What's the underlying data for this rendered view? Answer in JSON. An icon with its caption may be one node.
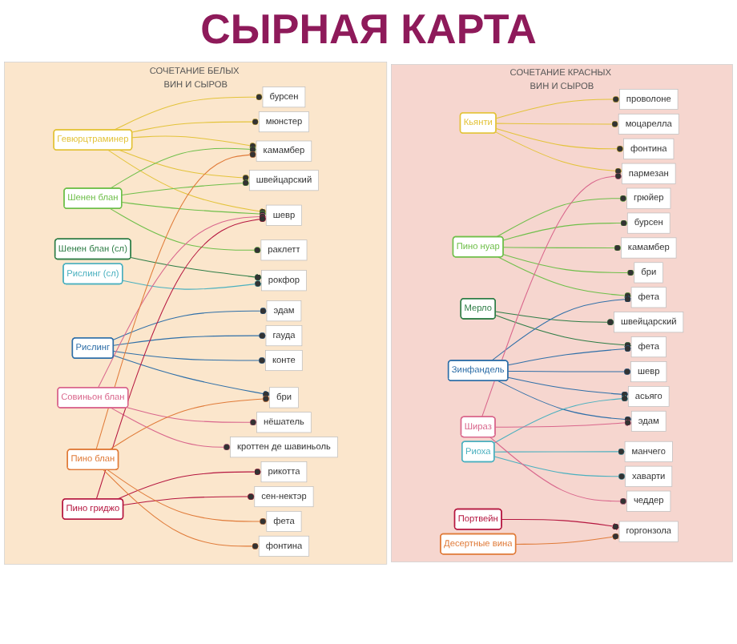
{
  "diagram": {
    "title": "СЫРНАЯ КАРТА",
    "nodes": [
      {
        "text": [
          "СОЧЕТАНИЕ КРАСНЫХ ВИН И СЫРОВ"
        ]
      },
      {
        "text": [
          "Кьянти"
        ],
        "in": 0
      },
      {
        "text": [
          "Пино нуар"
        ],
        "in": 0
      },
      {
        "text": [
          "Мерло"
        ],
        "in": 0
      },
      {
        "text": [
          "Зинфандель"
        ],
        "in": 0
      },
      {
        "text": [
          "Риоха"
        ],
        "in": 0
      },
      {
        "text": [
          "Шираз"
        ],
        "in": 0
      },
      {
        "text": [
          "Портвейн"
        ],
        "in": 0
      },
      {
        "text": [
          "Десертные вина"
        ],
        "in": 0
      },
      {
        "text": [
          "проволоне"
        ],
        "in": 0
      },
      {
        "text": [
          "моцарелла"
        ],
        "in": 0
      },
      {
        "text": [
          "фонтина"
        ],
        "in": 0
      },
      {
        "text": [
          "грюйер"
        ],
        "in": 0
      },
      {
        "text": [
          "бурсен"
        ],
        "in": 0
      },
      {
        "text": [
          "пармезан"
        ],
        "in": 0
      },
      {
        "text": [
          "швейцарский"
        ],
        "in": 0
      },
      {
        "text": [
          "фета"
        ],
        "in": 0
      },
      {
        "text": [
          "камамбер"
        ],
        "in": 0
      },
      {
        "text": [
          "бри"
        ],
        "in": 0
      },
      {
        "text": [
          "шевр"
        ],
        "in": 0
      },
      {
        "text": [
          "чеддер"
        ],
        "in": 0
      },
      {
        "text": [
          "асьяго"
        ],
        "in": 0
      },
      {
        "text": [
          "эдам"
        ],
        "in": 0
      },
      {
        "text": [
          "манчего"
        ],
        "in": 0
      },
      {
        "text": [
          "хаварти"
        ],
        "in": 0
      },
      {
        "text": [
          "фета"
        ],
        "in": 0
      },
      {
        "text": [
          "горгонзола"
        ],
        "in": 0
      },
      {
        "text": [
          "СОЧЕТАНИЕ БЕЛЫХ ВИН И СЫРОВ"
        ]
      },
      {
        "text": [
          "Гевюрцтраминер"
        ],
        "in": 27
      },
      {
        "text": [
          "Шенен блан"
        ],
        "in": 27
      },
      {
        "text": [
          "Шенен блан (сл)"
        ],
        "in": 27
      },
      {
        "text": [
          "Рислинг"
        ],
        "in": 27
      },
      {
        "text": [
          "Рислинг (сл)"
        ],
        "in": 27
      },
      {
        "text": [
          "Совиньон блан"
        ],
        "in": 27
      },
      {
        "text": [
          "Пино гриджо"
        ],
        "in": 27
      },
      {
        "text": [
          "Пино блан"
        ],
        "in": 27
      },
      {
        "text": [
          "мюнстер"
        ],
        "in": 27
      },
      {
        "text": [
          "бурсен"
        ],
        "in": 27
      },
      {
        "text": [
          "камамбер"
        ],
        "in": 27
      },
      {
        "text": [
          "швейцарский"
        ],
        "in": 27
      },
      {
        "text": [
          "шевр"
        ],
        "in": 27
      },
      {
        "text": [
          "раклетт"
        ],
        "in": 27
      },
      {
        "text": [
          "рокфор"
        ],
        "in": 27
      },
      {
        "text": [
          "эдам"
        ],
        "in": 27
      },
      {
        "text": [
          "бри"
        ],
        "in": 27
      },
      {
        "text": [
          "гауда"
        ],
        "in": 27
      },
      {
        "text": [
          "конте"
        ],
        "in": 27
      },
      {
        "text": [
          "нёшатель"
        ],
        "in": 27
      },
      {
        "text": [
          "кроттен де шавиньоль"
        ],
        "in": 27
      },
      {
        "text": [
          "рикотта"
        ],
        "in": 27
      },
      {
        "text": [
          "сен-нектэр"
        ],
        "in": 27
      },
      {
        "text": [
          "фета"
        ],
        "in": 27
      },
      {
        "text": [
          "фонтина"
        ],
        "in": 27
      }
    ],
    "edges": [
      {
        "from": 1,
        "to": 9,
        "arrow": "other",
        "color": "#e3c33a"
      },
      {
        "from": 1,
        "to": 10,
        "arrow": "other",
        "color": "#e3c33a"
      },
      {
        "from": 1,
        "to": 11,
        "arrow": "other",
        "color": "#e3c33a"
      },
      {
        "from": 1,
        "to": 14,
        "arrow": "other",
        "color": "#e3c33a"
      },
      {
        "from": 2,
        "to": 12,
        "arrow": "other",
        "color": "#6fbf4a"
      },
      {
        "from": 2,
        "to": 13,
        "arrow": "other",
        "color": "#6fbf4a"
      },
      {
        "from": 2,
        "to": 17,
        "arrow": "other",
        "color": "#6fbf4a"
      },
      {
        "from": 2,
        "to": 18,
        "arrow": "other",
        "color": "#6fbf4a"
      },
      {
        "from": 2,
        "to": 16,
        "arrow": "other",
        "color": "#6fbf4a"
      },
      {
        "from": 3,
        "to": 15,
        "arrow": "other",
        "color": "#2e7d46"
      },
      {
        "from": 3,
        "to": 25,
        "arrow": "other",
        "color": "#2e7d46"
      },
      {
        "from": 4,
        "to": 19,
        "arrow": "other",
        "color": "#2f6fa8"
      },
      {
        "from": 4,
        "to": 21,
        "arrow": "other",
        "color": "#2f6fa8"
      },
      {
        "from": 4,
        "to": 16,
        "arrow": "other",
        "color": "#2f6fa8"
      },
      {
        "from": 4,
        "to": 22,
        "arrow": "other",
        "color": "#2f6fa8"
      },
      {
        "from": 4,
        "to": 25,
        "arrow": "other",
        "color": "#2f6fa8"
      },
      {
        "from": 5,
        "to": 21,
        "arrow": "other",
        "color": "#4ab0bf"
      },
      {
        "from": 5,
        "to": 23,
        "arrow": "other",
        "color": "#4ab0bf"
      },
      {
        "from": 5,
        "to": 24,
        "arrow": "other",
        "color": "#4ab0bf"
      },
      {
        "from": 6,
        "to": 14,
        "arrow": "other",
        "color": "#d9668c"
      },
      {
        "from": 6,
        "to": 20,
        "arrow": "other",
        "color": "#d9668c"
      },
      {
        "from": 6,
        "to": 22,
        "arrow": "other",
        "color": "#d9668c"
      },
      {
        "from": 7,
        "to": 26,
        "arrow": "other",
        "color": "#b5163f"
      },
      {
        "from": 8,
        "to": 26,
        "arrow": "other",
        "color": "#e07b39"
      },
      {
        "from": 28,
        "to": 37,
        "arrow": "other",
        "color": "#e3c33a"
      },
      {
        "from": 28,
        "to": 36,
        "arrow": "other",
        "color": "#e3c33a"
      },
      {
        "from": 28,
        "to": 38,
        "arrow": "other",
        "color": "#e3c33a"
      },
      {
        "from": 28,
        "to": 39,
        "arrow": "other",
        "color": "#e3c33a"
      },
      {
        "from": 28,
        "to": 40,
        "arrow": "other",
        "color": "#e3c33a"
      },
      {
        "from": 29,
        "to": 38,
        "arrow": "other",
        "color": "#6fbf4a"
      },
      {
        "from": 29,
        "to": 39,
        "arrow": "other",
        "color": "#6fbf4a"
      },
      {
        "from": 29,
        "to": 40,
        "arrow": "other",
        "color": "#6fbf4a"
      },
      {
        "from": 29,
        "to": 41,
        "arrow": "other",
        "color": "#6fbf4a"
      },
      {
        "from": 30,
        "to": 42,
        "arrow": "other",
        "color": "#2e7d46"
      },
      {
        "from": 31,
        "to": 43,
        "arrow": "other",
        "color": "#2f6fa8"
      },
      {
        "from": 31,
        "to": 45,
        "arrow": "other",
        "color": "#2f6fa8"
      },
      {
        "from": 31,
        "to": 46,
        "arrow": "other",
        "color": "#2f6fa8"
      },
      {
        "from": 31,
        "to": 44,
        "arrow": "other",
        "color": "#2f6fa8"
      },
      {
        "from": 32,
        "to": 42,
        "arrow": "other",
        "color": "#4ab0bf"
      },
      {
        "from": 33,
        "to": 47,
        "arrow": "other",
        "color": "#d9668c"
      },
      {
        "from": 33,
        "to": 40,
        "arrow": "other",
        "color": "#d9668c"
      },
      {
        "from": 33,
        "to": 48,
        "arrow": "other",
        "color": "#d9668c"
      },
      {
        "from": 34,
        "to": 49,
        "arrow": "other",
        "color": "#b5163f"
      },
      {
        "from": 34,
        "to": 50,
        "arrow": "other",
        "color": "#b5163f"
      },
      {
        "from": 34,
        "to": 40,
        "arrow": "other",
        "color": "#b5163f"
      },
      {
        "from": 35,
        "to": 51,
        "arrow": "other",
        "color": "#e07b39"
      },
      {
        "from": 35,
        "to": 52,
        "arrow": "other",
        "color": "#e07b39"
      },
      {
        "from": 35,
        "to": 38,
        "arrow": "other",
        "color": "#e07b39"
      },
      {
        "from": 35,
        "to": 44,
        "arrow": "other",
        "color": "#e07b39"
      }
    ]
  }
}
